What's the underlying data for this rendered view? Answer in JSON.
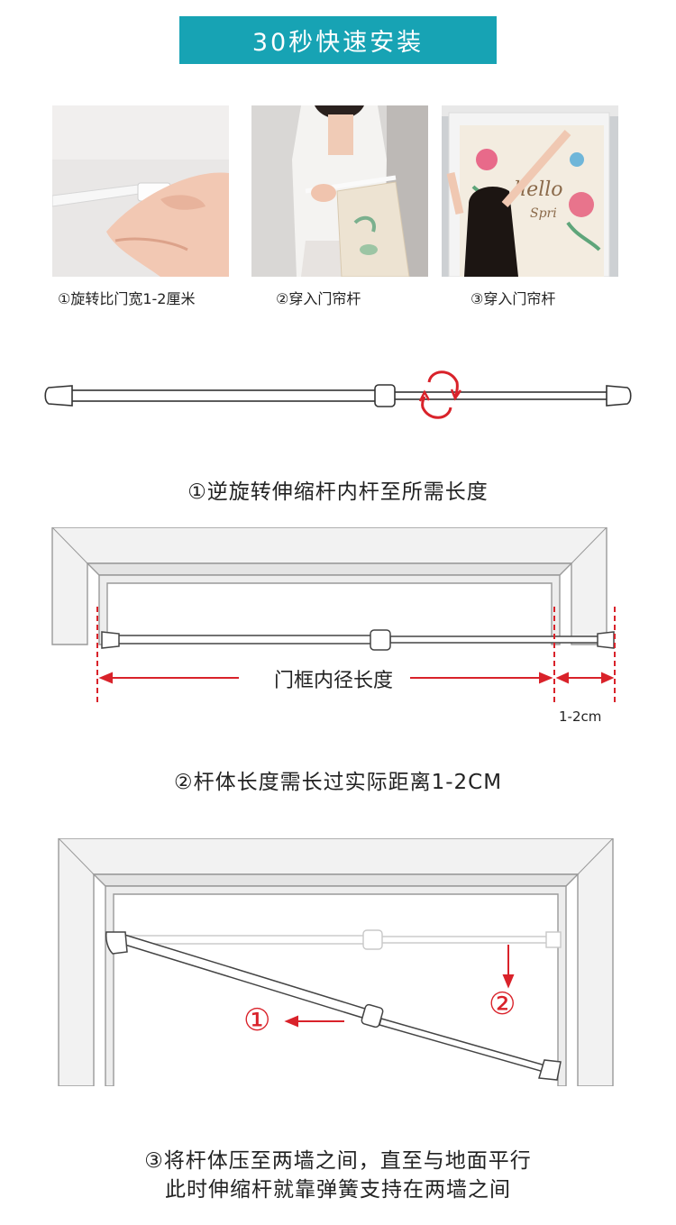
{
  "banner": {
    "title": "30秒快速安装"
  },
  "photos": [
    {
      "caption": "①旋转比门宽1-2厘米",
      "icon": "hand-rotating-rod-photo"
    },
    {
      "caption": "②穿入门帘杆",
      "icon": "woman-threading-curtain-photo"
    },
    {
      "caption": "③穿入门帘杆",
      "icon": "woman-hanging-curtain-photo"
    }
  ],
  "curtain_print": {
    "word1": "hello",
    "word2": "Spri"
  },
  "step1": {
    "text": "①逆旋转伸缩杆内杆至所需长度"
  },
  "step2": {
    "measure_label": "门框内径长度",
    "extra_label": "1-2cm",
    "text": "②杆体长度需长过实际距离1-2CM"
  },
  "step3": {
    "marker1": "①",
    "marker2": "②",
    "text_line1": "③将杆体压至两墙之间，直至与地面平行",
    "text_line2": "此时伸缩杆就靠弹簧支持在两墙之间"
  },
  "colors": {
    "accent": "#17a3b4",
    "red": "#d9222a",
    "frame": "#c8c8c8"
  }
}
